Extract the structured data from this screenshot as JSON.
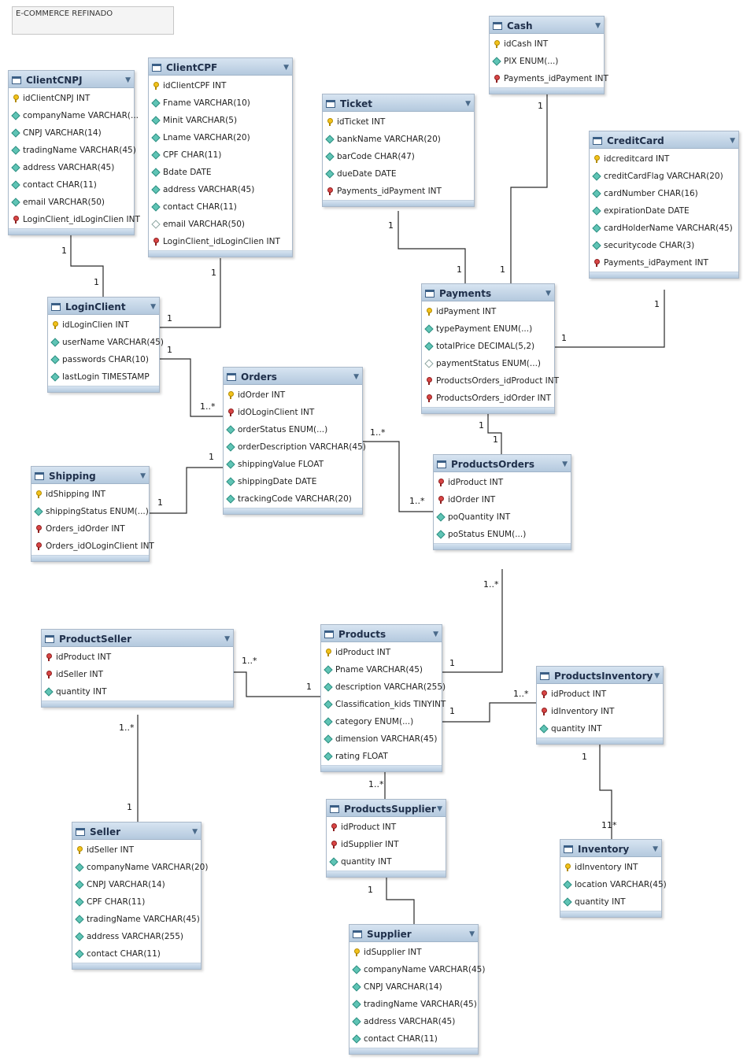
{
  "diagram": {
    "title": "E-COMMERCE REFINADO",
    "tables": [
      {
        "id": "ClientCNPJ",
        "name": "ClientCNPJ",
        "columns": [
          {
            "icon": "key",
            "text": "idClientCNPJ INT"
          },
          {
            "icon": "attr",
            "text": "companyName VARCHAR(..."
          },
          {
            "icon": "attr",
            "text": "CNPJ VARCHAR(14)"
          },
          {
            "icon": "attr",
            "text": "tradingName VARCHAR(45)"
          },
          {
            "icon": "attr",
            "text": "address VARCHAR(45)"
          },
          {
            "icon": "attr",
            "text": "contact CHAR(11)"
          },
          {
            "icon": "attr",
            "text": "email VARCHAR(50)"
          },
          {
            "icon": "fk",
            "text": "LoginClient_idLoginClien INT"
          }
        ]
      },
      {
        "id": "ClientCPF",
        "name": "ClientCPF",
        "columns": [
          {
            "icon": "key",
            "text": "idClientCPF INT"
          },
          {
            "icon": "attr",
            "text": "Fname VARCHAR(10)"
          },
          {
            "icon": "attr",
            "text": "Minit VARCHAR(5)"
          },
          {
            "icon": "attr",
            "text": "Lname VARCHAR(20)"
          },
          {
            "icon": "attr",
            "text": "CPF CHAR(11)"
          },
          {
            "icon": "attr",
            "text": "Bdate DATE"
          },
          {
            "icon": "attr",
            "text": "address VARCHAR(45)"
          },
          {
            "icon": "attr",
            "text": "contact CHAR(11)"
          },
          {
            "icon": "attr-empty",
            "text": "email VARCHAR(50)"
          },
          {
            "icon": "fk",
            "text": "LoginClient_idLoginClien INT"
          }
        ]
      },
      {
        "id": "LoginClient",
        "name": "LoginClient",
        "columns": [
          {
            "icon": "key",
            "text": "idLoginClien INT"
          },
          {
            "icon": "attr",
            "text": "userName VARCHAR(45)"
          },
          {
            "icon": "attr",
            "text": "passwords CHAR(10)"
          },
          {
            "icon": "attr",
            "text": "lastLogin TIMESTAMP"
          }
        ]
      },
      {
        "id": "Ticket",
        "name": "Ticket",
        "columns": [
          {
            "icon": "key",
            "text": "idTicket INT"
          },
          {
            "icon": "attr",
            "text": "bankName VARCHAR(20)"
          },
          {
            "icon": "attr",
            "text": "barCode CHAR(47)"
          },
          {
            "icon": "attr",
            "text": "dueDate DATE"
          },
          {
            "icon": "fk",
            "text": "Payments_idPayment INT"
          }
        ]
      },
      {
        "id": "Cash",
        "name": "Cash",
        "columns": [
          {
            "icon": "key",
            "text": "idCash INT"
          },
          {
            "icon": "attr",
            "text": "PIX ENUM(...)"
          },
          {
            "icon": "fk",
            "text": "Payments_idPayment INT"
          }
        ]
      },
      {
        "id": "CreditCard",
        "name": "CreditCard",
        "columns": [
          {
            "icon": "key",
            "text": "idcreditcard INT"
          },
          {
            "icon": "attr",
            "text": "creditCardFlag VARCHAR(20)"
          },
          {
            "icon": "attr",
            "text": "cardNumber CHAR(16)"
          },
          {
            "icon": "attr",
            "text": "expirationDate DATE"
          },
          {
            "icon": "attr",
            "text": "cardHolderName VARCHAR(45)"
          },
          {
            "icon": "attr",
            "text": "securitycode CHAR(3)"
          },
          {
            "icon": "fk",
            "text": "Payments_idPayment INT"
          }
        ]
      },
      {
        "id": "Payments",
        "name": "Payments",
        "columns": [
          {
            "icon": "key",
            "text": "idPayment INT"
          },
          {
            "icon": "attr",
            "text": "typePayment ENUM(...)"
          },
          {
            "icon": "attr",
            "text": "totalPrice DECIMAL(5,2)"
          },
          {
            "icon": "attr-empty",
            "text": "paymentStatus ENUM(...)"
          },
          {
            "icon": "fk",
            "text": "ProductsOrders_idProduct INT"
          },
          {
            "icon": "fk",
            "text": "ProductsOrders_idOrder INT"
          }
        ]
      },
      {
        "id": "Orders",
        "name": "Orders",
        "columns": [
          {
            "icon": "key",
            "text": "idOrder INT"
          },
          {
            "icon": "fk",
            "text": "idOLoginClient INT"
          },
          {
            "icon": "attr",
            "text": "orderStatus ENUM(...)"
          },
          {
            "icon": "attr",
            "text": "orderDescription VARCHAR(45)"
          },
          {
            "icon": "attr",
            "text": "shippingValue FLOAT"
          },
          {
            "icon": "attr",
            "text": "shippingDate DATE"
          },
          {
            "icon": "attr",
            "text": "trackingCode VARCHAR(20)"
          }
        ]
      },
      {
        "id": "Shipping",
        "name": "Shipping",
        "columns": [
          {
            "icon": "key",
            "text": "idShipping INT"
          },
          {
            "icon": "attr",
            "text": "shippingStatus ENUM(...)"
          },
          {
            "icon": "fk",
            "text": "Orders_idOrder INT"
          },
          {
            "icon": "fk",
            "text": "Orders_idOLoginClient INT"
          }
        ]
      },
      {
        "id": "ProductsOrders",
        "name": "ProductsOrders",
        "columns": [
          {
            "icon": "fk",
            "text": "idProduct INT"
          },
          {
            "icon": "fk",
            "text": "idOrder INT"
          },
          {
            "icon": "attr",
            "text": "poQuantity INT"
          },
          {
            "icon": "attr",
            "text": "poStatus ENUM(...)"
          }
        ]
      },
      {
        "id": "ProductSeller",
        "name": "ProductSeller",
        "columns": [
          {
            "icon": "fk",
            "text": "idProduct INT"
          },
          {
            "icon": "fk",
            "text": "idSeller INT"
          },
          {
            "icon": "attr",
            "text": "quantity INT"
          }
        ]
      },
      {
        "id": "Products",
        "name": "Products",
        "columns": [
          {
            "icon": "key",
            "text": "idProduct INT"
          },
          {
            "icon": "attr",
            "text": "Pname VARCHAR(45)"
          },
          {
            "icon": "attr",
            "text": "description VARCHAR(255)"
          },
          {
            "icon": "attr",
            "text": "Classification_kids TINYINT"
          },
          {
            "icon": "attr",
            "text": "category ENUM(...)"
          },
          {
            "icon": "attr",
            "text": "dimension VARCHAR(45)"
          },
          {
            "icon": "attr",
            "text": "rating FLOAT"
          }
        ]
      },
      {
        "id": "ProductsInventory",
        "name": "ProductsInventory",
        "columns": [
          {
            "icon": "fk",
            "text": "idProduct INT"
          },
          {
            "icon": "fk",
            "text": "idInventory INT"
          },
          {
            "icon": "attr",
            "text": "quantity INT"
          }
        ]
      },
      {
        "id": "Seller",
        "name": "Seller",
        "columns": [
          {
            "icon": "key",
            "text": "idSeller INT"
          },
          {
            "icon": "attr",
            "text": "companyName VARCHAR(20)"
          },
          {
            "icon": "attr",
            "text": "CNPJ VARCHAR(14)"
          },
          {
            "icon": "attr",
            "text": "CPF CHAR(11)"
          },
          {
            "icon": "attr",
            "text": "tradingName VARCHAR(45)"
          },
          {
            "icon": "attr",
            "text": "address VARCHAR(255)"
          },
          {
            "icon": "attr",
            "text": "contact CHAR(11)"
          }
        ]
      },
      {
        "id": "ProductsSupplier",
        "name": "ProductsSupplier",
        "columns": [
          {
            "icon": "fk",
            "text": "idProduct INT"
          },
          {
            "icon": "fk",
            "text": "idSupplier INT"
          },
          {
            "icon": "attr",
            "text": "quantity INT"
          }
        ]
      },
      {
        "id": "Inventory",
        "name": "Inventory",
        "columns": [
          {
            "icon": "key",
            "text": "idInventory INT"
          },
          {
            "icon": "attr",
            "text": "location VARCHAR(45)"
          },
          {
            "icon": "attr",
            "text": "quantity INT"
          }
        ]
      },
      {
        "id": "Supplier",
        "name": "Supplier",
        "columns": [
          {
            "icon": "key",
            "text": "idSupplier INT"
          },
          {
            "icon": "attr",
            "text": "companyName VARCHAR(45)"
          },
          {
            "icon": "attr",
            "text": "CNPJ VARCHAR(14)"
          },
          {
            "icon": "attr",
            "text": "tradingName VARCHAR(45)"
          },
          {
            "icon": "attr",
            "text": "address VARCHAR(45)"
          },
          {
            "icon": "attr",
            "text": "contact CHAR(11)"
          }
        ]
      }
    ],
    "cardinality_labels": [
      "1",
      "1",
      "1",
      "1",
      "1",
      "1",
      "1",
      "1",
      "1",
      "1",
      "1",
      "1",
      "1",
      "1..*",
      "1",
      "1",
      "1..*",
      "1..*",
      "1",
      "1..*",
      "1",
      "1..*",
      "1",
      "1..*",
      "1",
      "1..*",
      "1",
      "11*",
      "1..*",
      "1"
    ]
  }
}
